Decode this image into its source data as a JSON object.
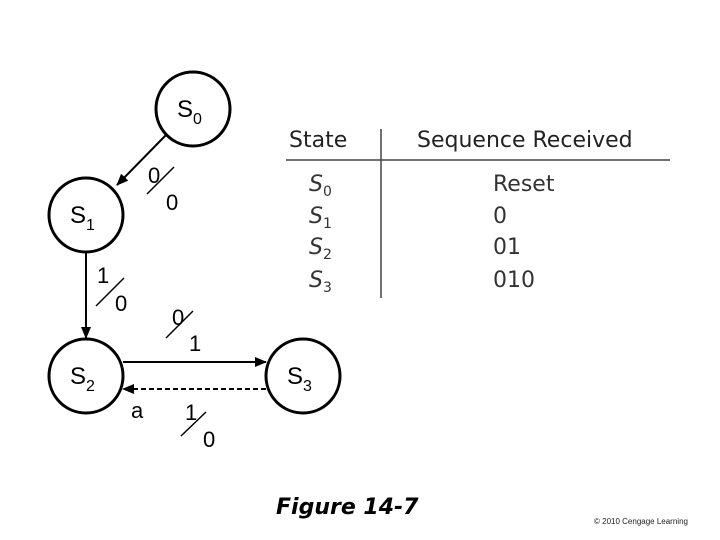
{
  "states": [
    {
      "id": "s0",
      "letter": "S",
      "sub": "0"
    },
    {
      "id": "s1",
      "letter": "S",
      "sub": "1"
    },
    {
      "id": "s2",
      "letter": "S",
      "sub": "2"
    },
    {
      "id": "s3",
      "letter": "S",
      "sub": "3"
    }
  ],
  "transitions": [
    {
      "from": "S0",
      "to": "S1",
      "input": "0",
      "output": "0"
    },
    {
      "from": "S1",
      "to": "S2",
      "input": "1",
      "output": "0"
    },
    {
      "from": "S2",
      "to": "S3",
      "input": "0",
      "output": "1"
    },
    {
      "from": "S3",
      "to": "S2",
      "input": "1",
      "output": "0",
      "dashed": true,
      "label": "a"
    }
  ],
  "table": {
    "headers": [
      "State",
      "Sequence Received"
    ],
    "rows": [
      {
        "state": "S",
        "sub": "0",
        "sequence": "Reset"
      },
      {
        "state": "S",
        "sub": "1",
        "sequence": "0"
      },
      {
        "state": "S",
        "sub": "2",
        "sequence": "01"
      },
      {
        "state": "S",
        "sub": "3",
        "sequence": "010"
      }
    ]
  },
  "caption": "Figure 14-7",
  "copyright": "© 2010 Cengage Learning"
}
